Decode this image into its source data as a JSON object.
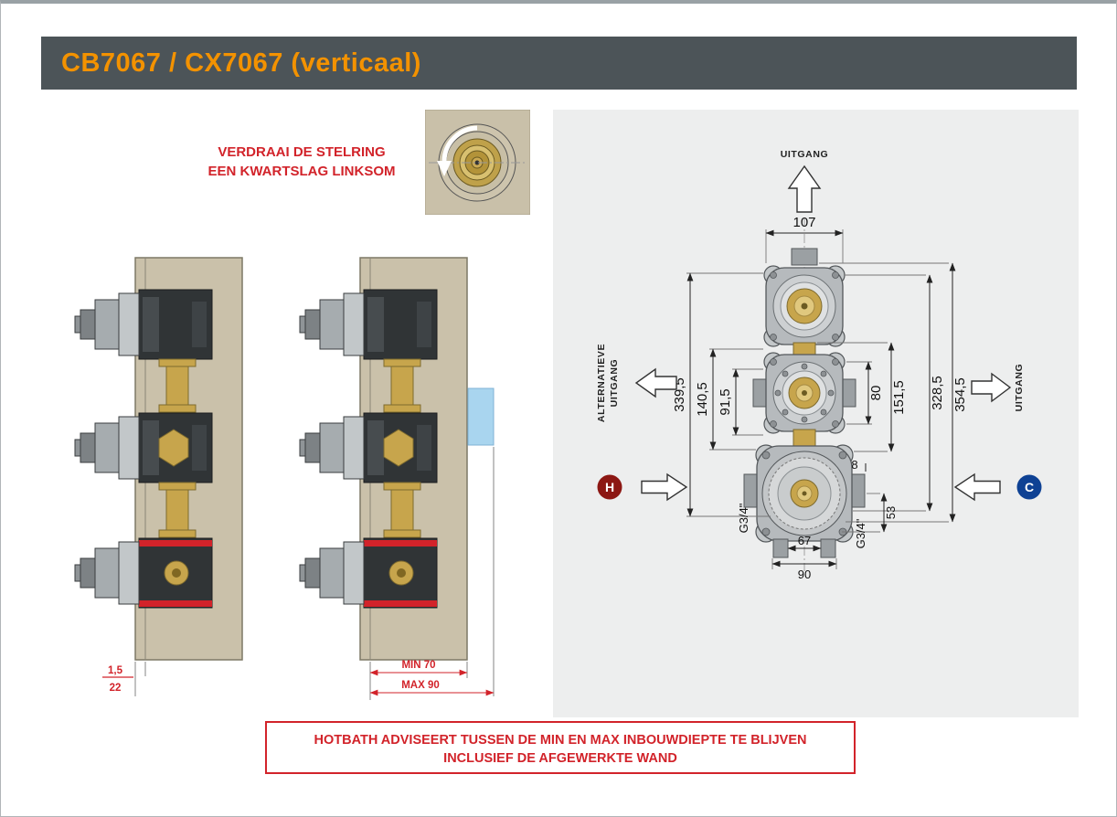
{
  "header": {
    "title": "CB7067 / CX7067 (verticaal)"
  },
  "instruction": {
    "line1": "VERDRAAI DE STELRING",
    "line2": "EEN KWARTSLAG LINKSOM"
  },
  "advice": {
    "line1": "HOTBATH ADVISEERT TUSSEN DE MIN EN MAX INBOUWDIEPTE TE BLIJVEN",
    "line2": "INCLUSIEF DE AFGEWERKTE WAND"
  },
  "side_views": {
    "wall_thickness": "1,5",
    "plate_depth": "22",
    "min_depth": "MIN 70",
    "max_depth": "MAX 90"
  },
  "front_view": {
    "outlet_top": "UITGANG",
    "outlet_left_word1": "ALTERNATIEVE",
    "outlet_left_word2": "UITGANG",
    "outlet_right": "UITGANG",
    "hot": "H",
    "cold": "C",
    "thread_left": "G3/4\"",
    "thread_right": "G3/4\"",
    "dims": {
      "width_body": "107",
      "height_left_total": "339,5",
      "height_left_mid": "140,5",
      "height_left_small": "91,5",
      "height_right_small": "80",
      "height_right_mid": "151,5",
      "height_right_large": "328,5",
      "height_right_total": "354,5",
      "offset_small": "8",
      "offset_inlet": "53",
      "width_outlets": "67",
      "width_outer": "90"
    }
  },
  "colors": {
    "header_bg": "#4c5458",
    "accent_orange": "#f39200",
    "red": "#d2232a",
    "hot_red": "#8c1713",
    "cold_blue": "#0e4194",
    "panel_gray": "#edeeee",
    "wall_tan": "#cac1aa",
    "brass": "#c7a54c"
  }
}
